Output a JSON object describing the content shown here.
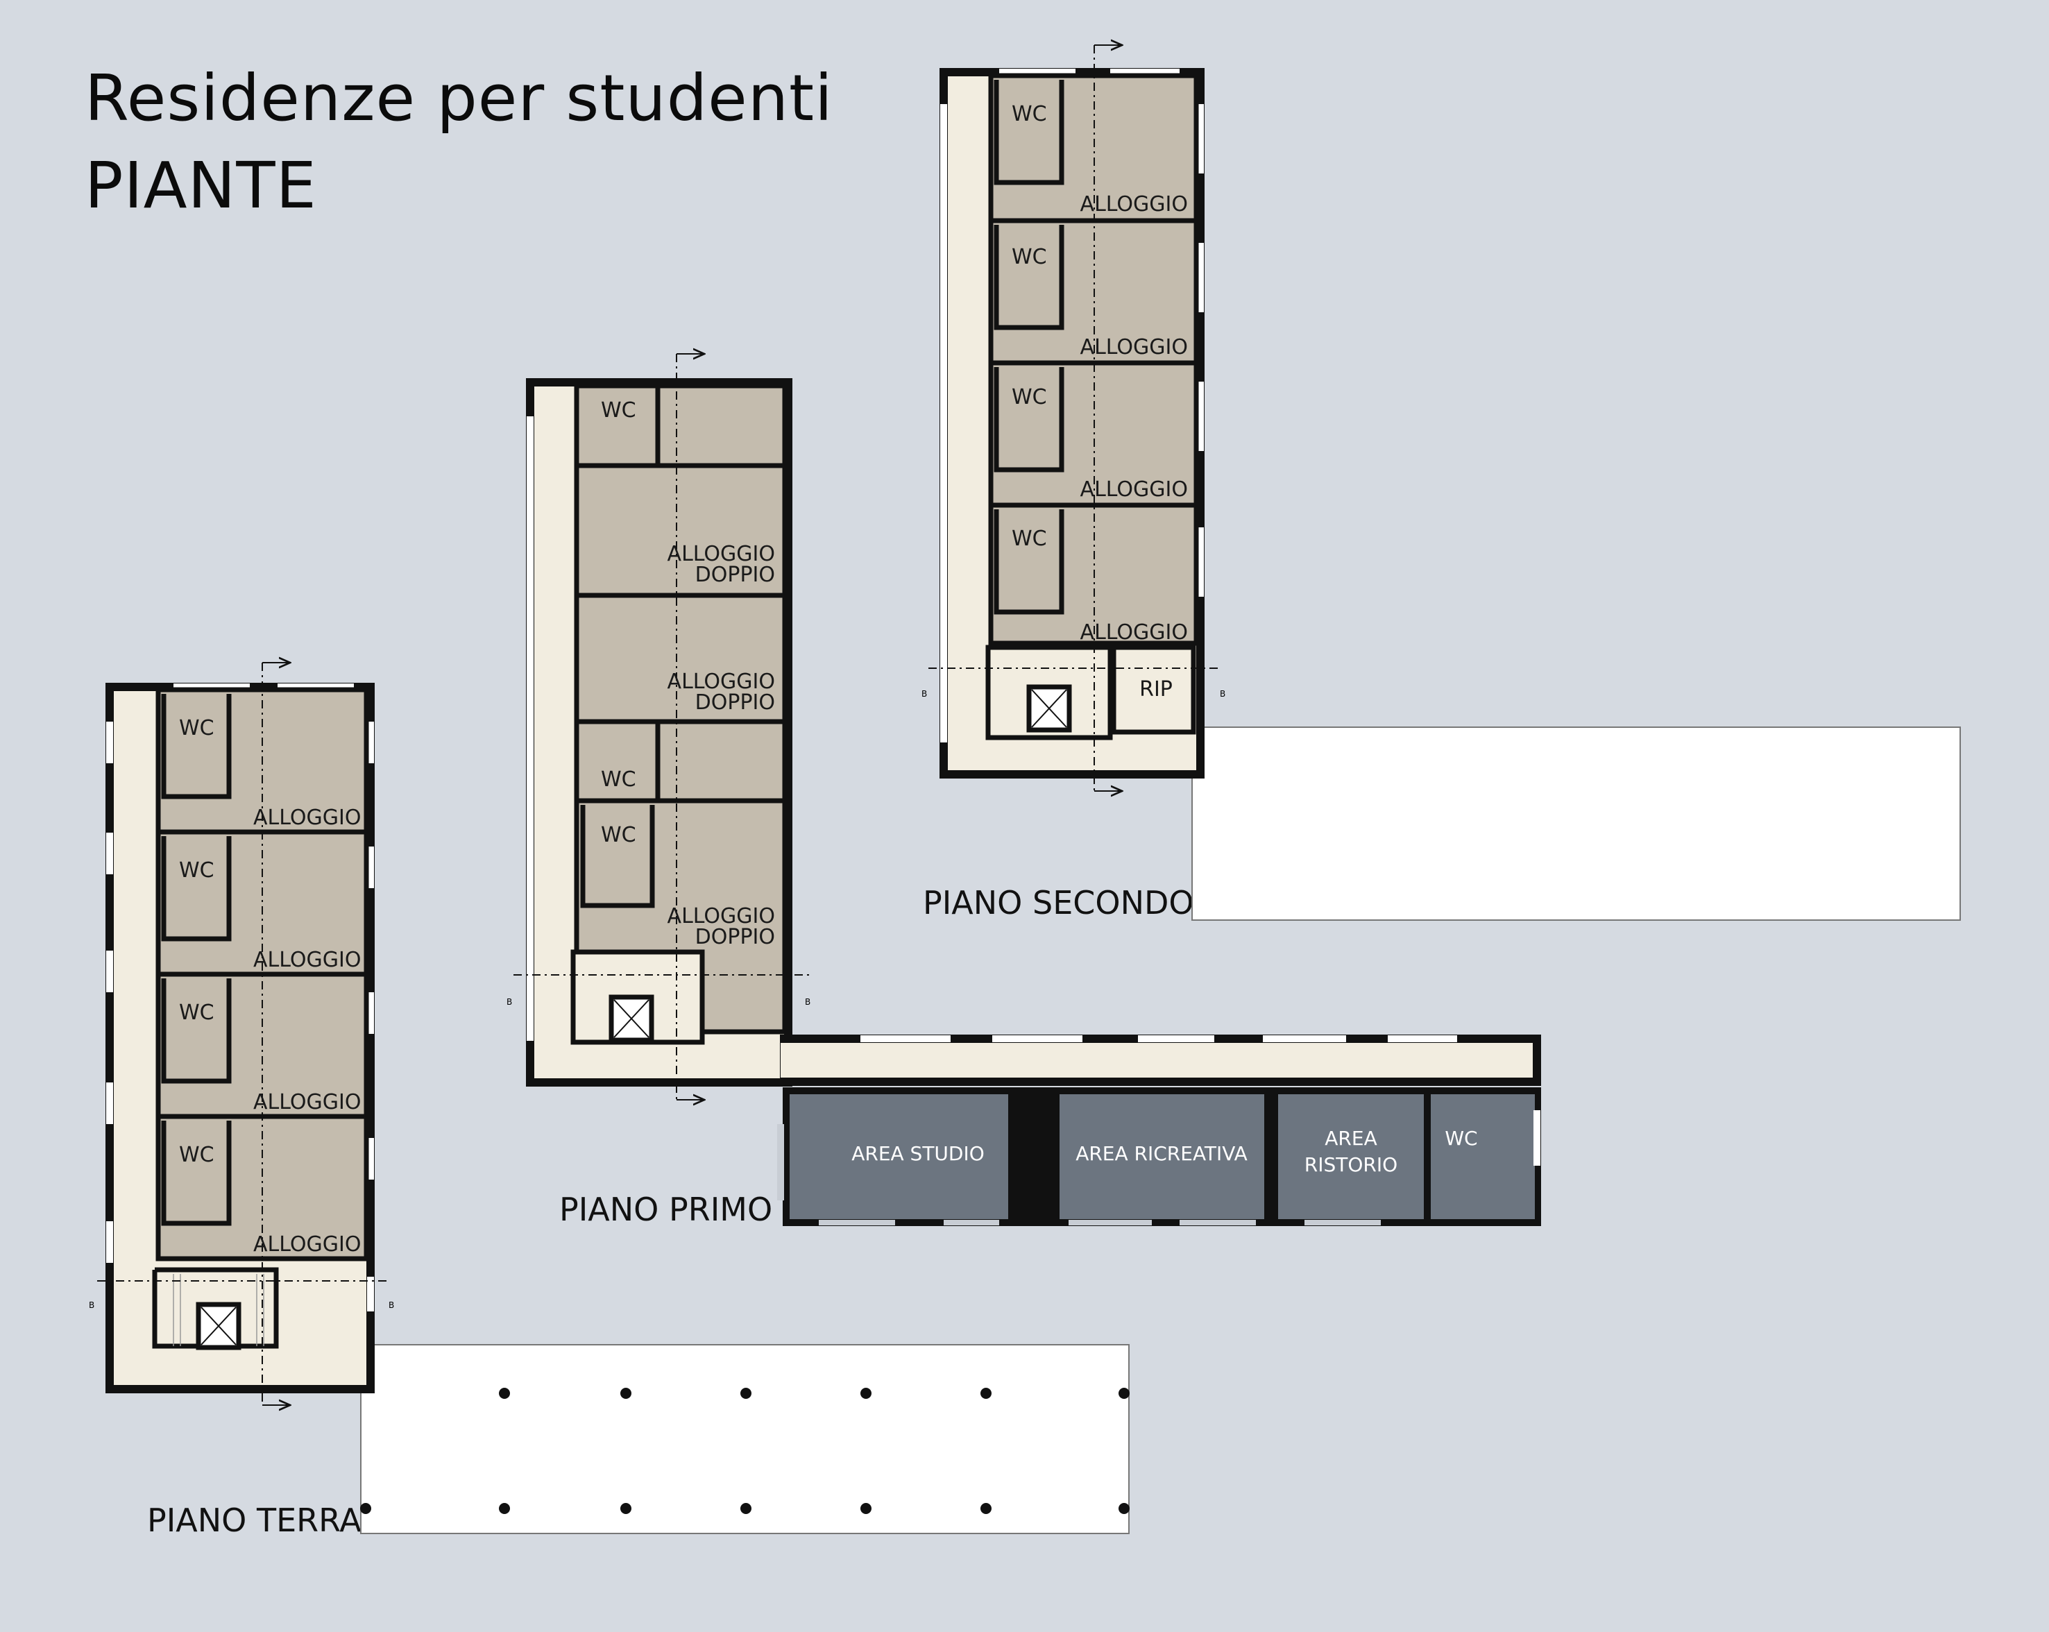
{
  "title": {
    "line1": "Residenze per studenti",
    "line2": "PIANTE"
  },
  "floors": {
    "ground": "PIANO TERRA",
    "first": "PIANO PRIMO",
    "second": "PIANO SECONDO"
  },
  "labels": {
    "wc": "WC",
    "alloggio": "ALLOGGIO",
    "alloggio_doppio_1": "ALLOGGIO",
    "alloggio_doppio_2": "DOPPIO",
    "rip": "RIP",
    "area_studio": "AREA STUDIO",
    "area_ricreativa": "AREA RICREATIVA",
    "area_ristorio_1": "AREA",
    "area_ristorio_2": "RISTORIO",
    "section": "B"
  },
  "colors": {
    "background": "#d5dae1",
    "wall": "#111111",
    "corridor": "#f2ede0",
    "room": "#c4bcae",
    "common_room": "#6c7580",
    "open_area": "#ffffff"
  }
}
